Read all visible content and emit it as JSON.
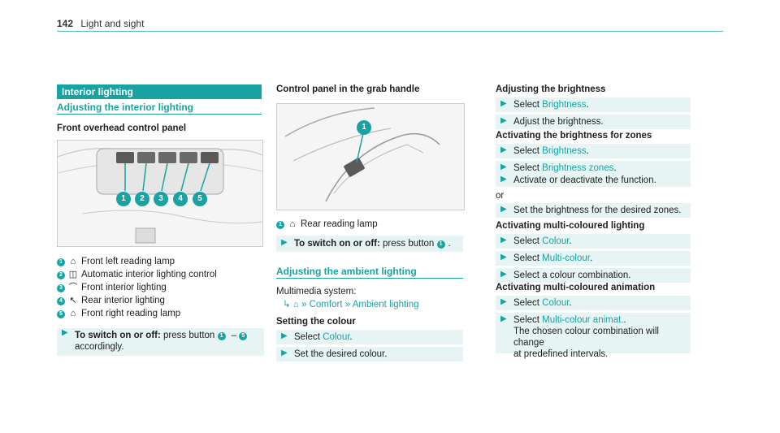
{
  "page": {
    "number": "142",
    "section": "Light and sight"
  },
  "col1": {
    "bar_title": "Interior lighting",
    "subheading": "Adjusting the interior lighting",
    "panel_heading": "Front overhead control panel",
    "callouts": [
      "1",
      "2",
      "3",
      "4",
      "5"
    ],
    "legend": [
      {
        "num": "1",
        "icon": "reading-lamp-icon",
        "glyph": "⌂",
        "text": "Front left reading lamp"
      },
      {
        "num": "2",
        "icon": "auto-lighting-icon",
        "glyph": "◫",
        "text": "Automatic interior lighting control"
      },
      {
        "num": "3",
        "icon": "front-interior-light-icon",
        "glyph": "⌒",
        "text": "Front interior lighting"
      },
      {
        "num": "4",
        "icon": "rear-interior-light-icon",
        "glyph": "↖",
        "text": "Rear interior lighting"
      },
      {
        "num": "5",
        "icon": "reading-lamp-icon",
        "glyph": "⌂",
        "text": "Front right reading lamp"
      }
    ],
    "step": {
      "bold": "To switch on or off:",
      "rest": " press button",
      "from": "1",
      "dash": " – ",
      "to": "5",
      "line2": "accordingly."
    }
  },
  "col2": {
    "heading": "Control panel in the grab handle",
    "callout": "1",
    "legend": {
      "num": "1",
      "glyph": "⌂",
      "text": "Rear reading lamp"
    },
    "step": {
      "bold": "To switch on or off:",
      "rest": " press button",
      "num": "1",
      "end": "."
    },
    "ambient_heading": "Adjusting the ambient lighting",
    "multimedia": "Multimedia system:",
    "path": {
      "home_glyph": "⌂",
      "sep": "»",
      "item1": "Comfort",
      "item2": "Ambient lighting"
    },
    "colour_heading": "Setting the colour",
    "steps": [
      {
        "pre": "Select ",
        "link": "Colour",
        "post": "."
      },
      {
        "pre": "Set the desired colour.",
        "link": "",
        "post": ""
      }
    ]
  },
  "col3": {
    "brightness_heading": "Adjusting the brightness",
    "b_steps": [
      {
        "pre": "Select ",
        "link": "Brightness",
        "post": "."
      },
      {
        "pre": "Adjust the brightness.",
        "link": "",
        "post": ""
      }
    ],
    "zones_heading": "Activating the brightness for zones",
    "z_steps": [
      {
        "pre": "Select ",
        "link": "Brightness",
        "post": "."
      },
      {
        "pre": "Select ",
        "link": "Brightness zones",
        "post": "."
      },
      {
        "pre": "Activate or deactivate the function.",
        "link": "",
        "post": ""
      }
    ],
    "or": "or",
    "z_step_extra": "Set the brightness for the desired zones.",
    "multi_heading": "Activating multi-coloured lighting",
    "m_steps": [
      {
        "pre": "Select ",
        "link": "Colour",
        "post": "."
      },
      {
        "pre": "Select ",
        "link": "Multi-colour",
        "post": "."
      },
      {
        "pre": "Select a colour combination.",
        "link": "",
        "post": ""
      }
    ],
    "anim_heading": "Activating multi-coloured animation",
    "a_steps": [
      {
        "pre": "Select ",
        "link": "Colour",
        "post": "."
      },
      {
        "pre": "Select ",
        "link": "Multi-colour animat.",
        "post": "."
      }
    ],
    "a_note1": "The chosen colour combination will change",
    "a_note2": "at predefined intervals."
  },
  "colors": {
    "accent": "#19a2a2",
    "step_bg": "#e7f4f4"
  }
}
